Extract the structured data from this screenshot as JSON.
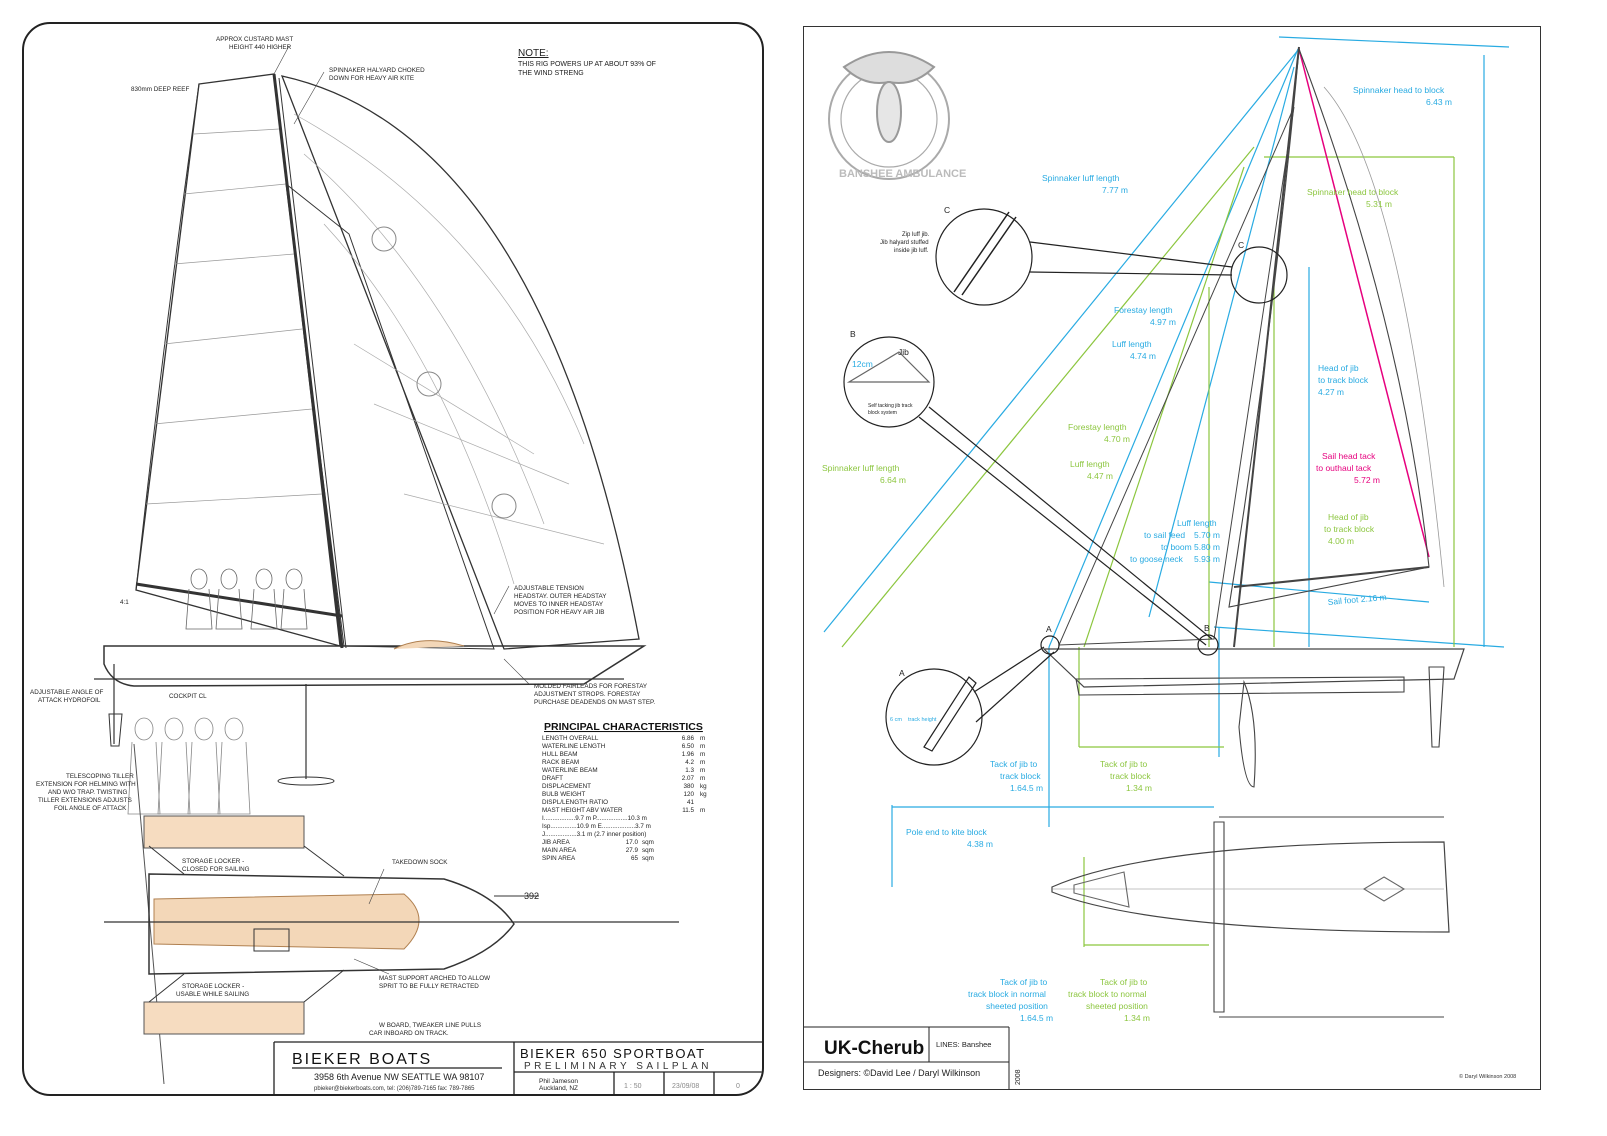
{
  "left": {
    "top_note_mast": [
      "APPROX CUSTARD MAST",
      "HEIGHT 440 HIGHER"
    ],
    "spin_halyard_note": [
      "SPINNAKER HALYARD CHOKED",
      "DOWN FOR HEAVY AIR KITE"
    ],
    "reef_note": "830mm DEEP REEF",
    "note_title": "NOTE:",
    "note_lines": [
      "THIS RIG POWERS UP AT ABOUT 93% OF",
      "THE WIND STRENG"
    ],
    "ratio_label": "4:1",
    "headstay_note": [
      "ADJUSTABLE TENSION",
      "HEADSTAY. OUTER HEADSTAY",
      "MOVES TO INNER HEADSTAY",
      "POSITION FOR HEAVY AIR JIB"
    ],
    "hydrofoil_note": [
      "ADJUSTABLE ANGLE OF",
      "ATTACK HYDROFOIL"
    ],
    "cockpit_label": "COCKPIT CL",
    "fairlead_note": [
      "MOLDED FAIRLEADS FOR FORESTAY",
      "ADJUSTMENT STROPS. FORESTAY",
      "PURCHASE DEADENDS ON MAST STEP."
    ],
    "tiller_note": [
      "TELESCOPING TILLER",
      "EXTENSION FOR HELMING WITH",
      "AND W/O TRAP. TWISTING",
      "TILLER EXTENSIONS ADJUSTS",
      "FOIL ANGLE OF ATTACK"
    ],
    "storage_top": [
      "STORAGE LOCKER -",
      "CLOSED FOR SAILING"
    ],
    "takedown": "TAKEDOWN SOCK",
    "dim_392": "392",
    "storage_bottom": [
      "STORAGE LOCKER -",
      "USABLE WHILE SAILING"
    ],
    "mast_support": [
      "MAST SUPPORT ARCHED TO ALLOW",
      "SPRIT TO BE FULLY RETRACTED"
    ],
    "wboard_note": [
      "W BOARD, TWEAKER LINE PULLS",
      "CAR INBOARD ON TRACK."
    ],
    "principal_title": "PRINCIPAL CHARACTERISTICS",
    "principal_rows": [
      {
        "label": "LENGTH OVERALL",
        "value": "6.86",
        "unit": "m"
      },
      {
        "label": "WATERLINE LENGTH",
        "value": "6.50",
        "unit": "m"
      },
      {
        "label": "HULL BEAM",
        "value": "1.96",
        "unit": "m"
      },
      {
        "label": "RACK BEAM",
        "value": "4.2",
        "unit": "m"
      },
      {
        "label": "WATERLINE BEAM",
        "value": "1.3",
        "unit": "m"
      },
      {
        "label": "DRAFT",
        "value": "2.07",
        "unit": "m"
      },
      {
        "label": "DISPLACEMENT",
        "value": "380",
        "unit": "kg"
      },
      {
        "label": "BULB WEIGHT",
        "value": "120",
        "unit": "kg"
      },
      {
        "label": "DISPL/LENGTH RATIO",
        "value": "41",
        "unit": ""
      },
      {
        "label": "MAST HEIGHT ABV WATER",
        "value": "11.5",
        "unit": "m"
      }
    ],
    "principal_sail_rows": [
      "I..................9.7 m      P..................10.3 m",
      "Isp...............10.9 m      E...................3.7 m",
      "J..................3.1 m  (2.7 inner position)"
    ],
    "principal_area_rows": [
      {
        "label": "JIB AREA",
        "value": "17.0",
        "unit": "sqm"
      },
      {
        "label": "MAIN AREA",
        "value": "27.9",
        "unit": "sqm"
      },
      {
        "label": "SPIN AREA",
        "value": "65",
        "unit": "sqm"
      }
    ],
    "company_name": "BIEKER BOATS",
    "company_address": "3958 6th Avenue NW SEATTLE WA 98107",
    "company_contact": "pbieker@biekerboats.com,  tel: (206)789-7165  fax: 789-7865",
    "drawing_title": "BIEKER 650 SPORTBOAT",
    "drawing_subtitle": "PRELIMINARY SAILPLAN",
    "client_line1": "Phil Jameson",
    "client_line2": "Auckland, NZ",
    "scale": "1 : 50",
    "date": "23/09/08",
    "sheet_no": "0"
  },
  "right": {
    "spin_head_block": {
      "label": "Spinnaker head to block",
      "value": "6.43 m"
    },
    "spin_luff_blue": {
      "label": "Spinnaker luff length",
      "value": "7.77 m"
    },
    "spin_head_block_green": {
      "label": "Spinnaker head to block",
      "value": "5.31 m"
    },
    "detail_c_letter": "C",
    "detail_c_note": [
      "Zip luff jib.",
      "Jib halyard stuffed",
      "inside jib luff."
    ],
    "forestay_blue": {
      "label": "Forestay length",
      "value": "4.97 m"
    },
    "luff_blue": {
      "label": "Luff length",
      "value": "4.74 m"
    },
    "head_jib_blue": {
      "label": [
        "Head of jib",
        "to track block"
      ],
      "value": "4.27 m"
    },
    "detail_b_letter": "B",
    "detail_b_jib": "Jib",
    "detail_b_dim": "12cm",
    "detail_b_note": [
      "Self tacking jib track",
      "block system"
    ],
    "forestay_green": {
      "label": "Forestay length",
      "value": "4.70 m"
    },
    "luff_green": {
      "label": "Luff length",
      "value": "4.47 m"
    },
    "spin_luff_green": {
      "label": "Spinnaker luff length",
      "value": "6.64 m"
    },
    "sail_head_tack": {
      "label": [
        "Sail head tack",
        "to outhaul tack"
      ],
      "value": "5.72 m"
    },
    "luff_multi": {
      "title": "Luff length",
      "rows": [
        {
          "label": "to sail feed",
          "value": "5.70 m"
        },
        {
          "label": "to boom",
          "value": "5.80 m"
        },
        {
          "label": "to goose neck",
          "value": "5.93 m"
        }
      ]
    },
    "head_jib_green": {
      "label": [
        "Head of jib",
        "to track block"
      ],
      "value": "4.00 m"
    },
    "sail_foot": "Sail foot 2.16 m",
    "point_a": "A",
    "point_b": "B",
    "point_c": "C",
    "detail_a_letter": "A",
    "detail_a_note": [
      "6 cm",
      "track height"
    ],
    "tack_jib_blue": {
      "label": [
        "Tack of jib to",
        "track block"
      ],
      "value": "1.64.5 m"
    },
    "tack_jib_green": {
      "label": [
        "Tack of jib to",
        "track block"
      ],
      "value": "1.34 m"
    },
    "pole_end": {
      "label": "Pole end to kite block",
      "value": "4.38 m"
    },
    "tack_normal_blue": {
      "label": [
        "Tack of jib to",
        "track block in normal",
        "sheeted position"
      ],
      "value": "1.64.5 m"
    },
    "tack_normal_green": {
      "label": [
        "Tack of jib to",
        "track block to normal",
        "sheeted position"
      ],
      "value": "1.34 m"
    },
    "logo_text": "BANSHEE AMBULANCE",
    "title": "UK-Cherub",
    "lines": "LINES: Banshee",
    "designers": "Designers:  ©David Lee / Daryl Wilkinson",
    "year": "2008",
    "copyright": "© Daryl Wilkinson 2008",
    "colors": {
      "blue": "#29abe2",
      "green": "#8cc63f",
      "magenta": "#e6007e",
      "line": "#333333"
    }
  }
}
